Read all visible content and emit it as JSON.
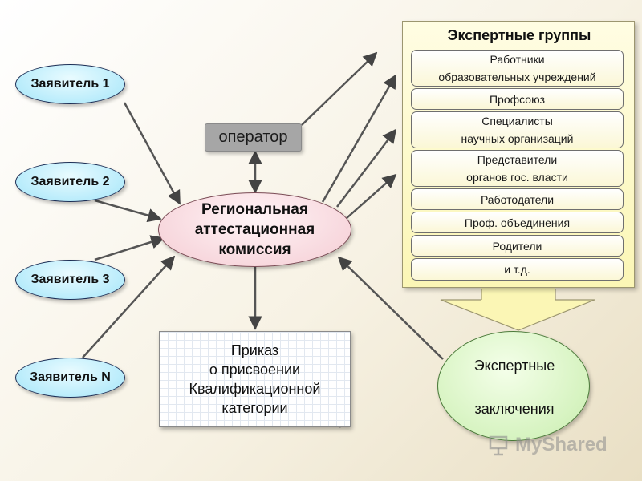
{
  "applicants": [
    "Заявитель 1",
    "Заявитель 2",
    "Заявитель 3",
    "Заявитель N"
  ],
  "operator": "оператор",
  "commission": [
    "Региональная",
    "аттестационная",
    "комиссия"
  ],
  "order": [
    "Приказ",
    "о присвоении",
    "Квалификационной",
    "категории"
  ],
  "expert_groups": {
    "title": "Экспертные группы",
    "items": [
      [
        "Работники",
        "образовательных учреждений"
      ],
      [
        "Профсоюз"
      ],
      [
        "Специалисты",
        "научных организаций"
      ],
      [
        "Представители",
        "органов гос. власти"
      ],
      [
        "Работодатели"
      ],
      [
        "Проф. объединения"
      ],
      [
        "Родители"
      ],
      [
        "и т.д."
      ]
    ]
  },
  "conclusions": [
    "Экспертные",
    "заключения"
  ],
  "watermark": "MyShared",
  "colors": {
    "applicant_fill": "#b9ecfb",
    "commission_fill": "#f7d6dc",
    "operator_fill": "#a6a6a6",
    "groups_fill": "#fbf6b5",
    "conclusions_fill": "#d6f3c0",
    "arrow": "#444444"
  }
}
